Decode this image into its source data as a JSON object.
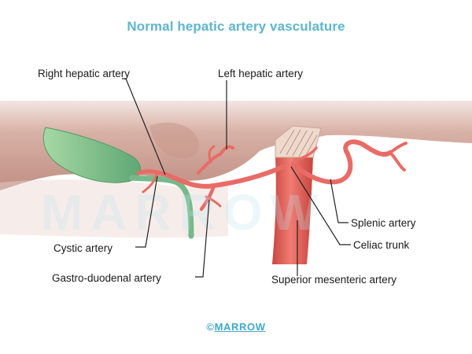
{
  "title": "Normal hepatic artery vasculature",
  "labels": {
    "right_hepatic": "Right hepatic artery",
    "left_hepatic": "Left hepatic artery",
    "cystic": "Cystic artery",
    "gastro_duodenal": "Gastro-duodenal artery",
    "splenic": "Splenic artery",
    "celiac": "Celiac trunk",
    "superior_mesenteric": "Superior mesenteric artery"
  },
  "watermark": "MARROW",
  "footer": {
    "symbol": "©",
    "brand": "MARROW"
  },
  "colors": {
    "title": "#5fb6cf",
    "artery": "#e96b66",
    "liver": "#c99a8e",
    "gallbladder": "#7fc08a"
  }
}
